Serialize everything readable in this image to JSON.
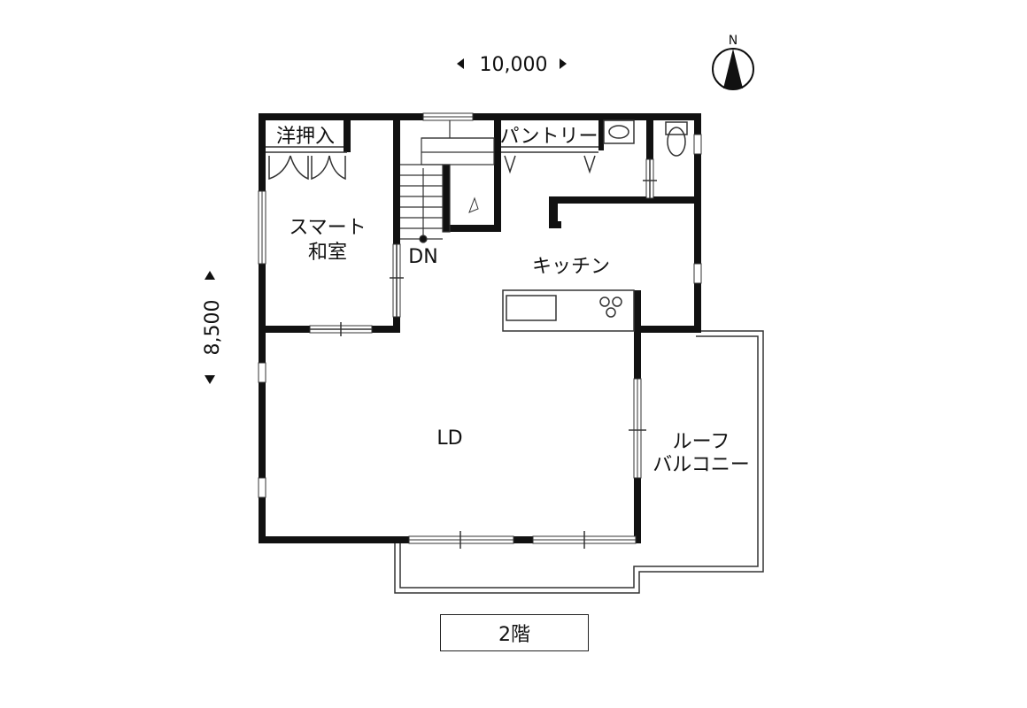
{
  "dimensions": {
    "width": "10,000",
    "depth": "8,500"
  },
  "compass": {
    "label": "N"
  },
  "rooms": {
    "closet": "洋押入",
    "pantry": "パントリー",
    "smart_washitsu_line1": "スマート",
    "smart_washitsu_line2": "和室",
    "stairs_down": "DN",
    "kitchen": "キッチン",
    "ld": "LD",
    "roof_balcony_line1": "ルーフ",
    "roof_balcony_line2": "バルコニー"
  },
  "floor_label": "2階",
  "colors": {
    "wall": "#111111",
    "line": "#333333",
    "background": "#ffffff"
  }
}
